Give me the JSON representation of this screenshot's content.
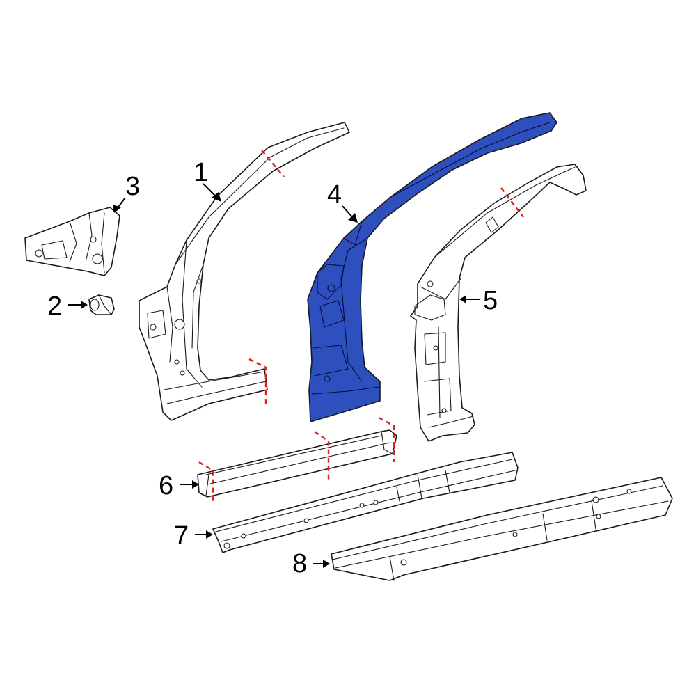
{
  "callouts": [
    {
      "id": "1",
      "label": "1"
    },
    {
      "id": "2",
      "label": "2"
    },
    {
      "id": "3",
      "label": "3"
    },
    {
      "id": "4",
      "label": "4"
    },
    {
      "id": "5",
      "label": "5"
    },
    {
      "id": "6",
      "label": "6"
    },
    {
      "id": "7",
      "label": "7"
    },
    {
      "id": "8",
      "label": "8"
    }
  ],
  "colors": {
    "highlight_fill": "#2e4fbe",
    "cut_line": "#e0201b",
    "outline": "#1a1a1a",
    "background": "#ffffff"
  },
  "highlighted_part": "4"
}
